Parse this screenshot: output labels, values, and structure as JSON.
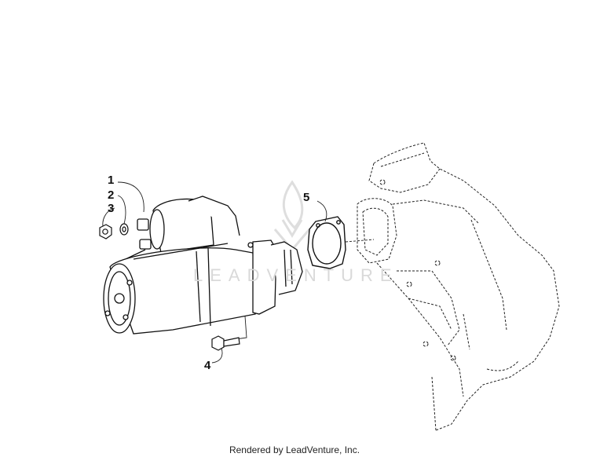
{
  "watermark": {
    "text": "LEADVENTURE"
  },
  "callouts": [
    {
      "label": "1",
      "part": "starter-motor"
    },
    {
      "label": "2",
      "part": "washer"
    },
    {
      "label": "3",
      "part": "nut"
    },
    {
      "label": "4",
      "part": "bolt"
    },
    {
      "label": "5",
      "part": "gasket"
    }
  ],
  "footer": {
    "text": "Rendered by LeadVenture, Inc."
  },
  "colors": {
    "line": "#1a1a1a",
    "watermark": "#d9d9d9",
    "background": "#ffffff"
  }
}
